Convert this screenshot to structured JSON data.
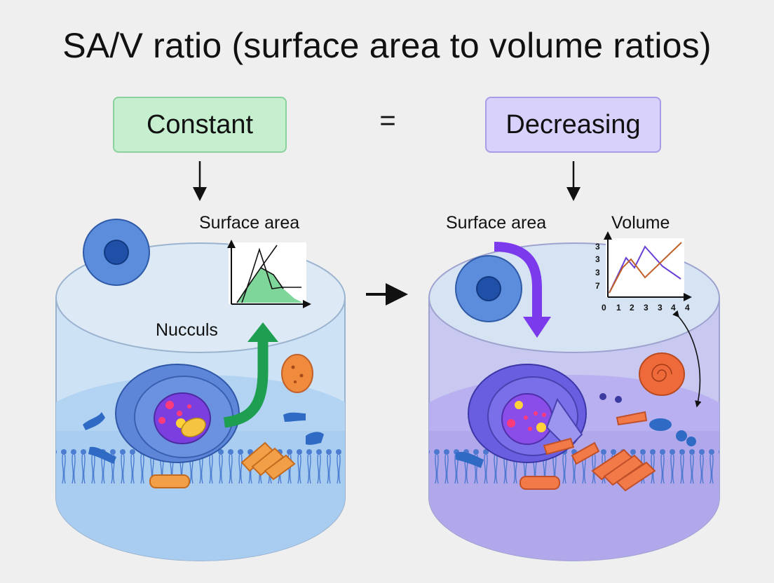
{
  "title": "SA/V ratio (surface area to volume ratios)",
  "left_panel": {
    "box_label": "Constant",
    "graph_label": "Surface area",
    "nucleus_label": "Nucculs"
  },
  "right_panel": {
    "box_label": "Decreasing",
    "surface_label": "Surface area",
    "volume_label": "Volume",
    "graph": {
      "y_ticks": [
        "3",
        "3",
        "3",
        "7"
      ],
      "x_ticks": [
        "0",
        "1",
        "2",
        "3",
        "3",
        "4",
        "4"
      ]
    }
  },
  "separator": "=",
  "colors": {
    "constant": "#c6efcf",
    "decreasing": "#d8d1fb",
    "growth_arrow": "#1e9e50",
    "decrease_arrow": "#7c3aed"
  }
}
